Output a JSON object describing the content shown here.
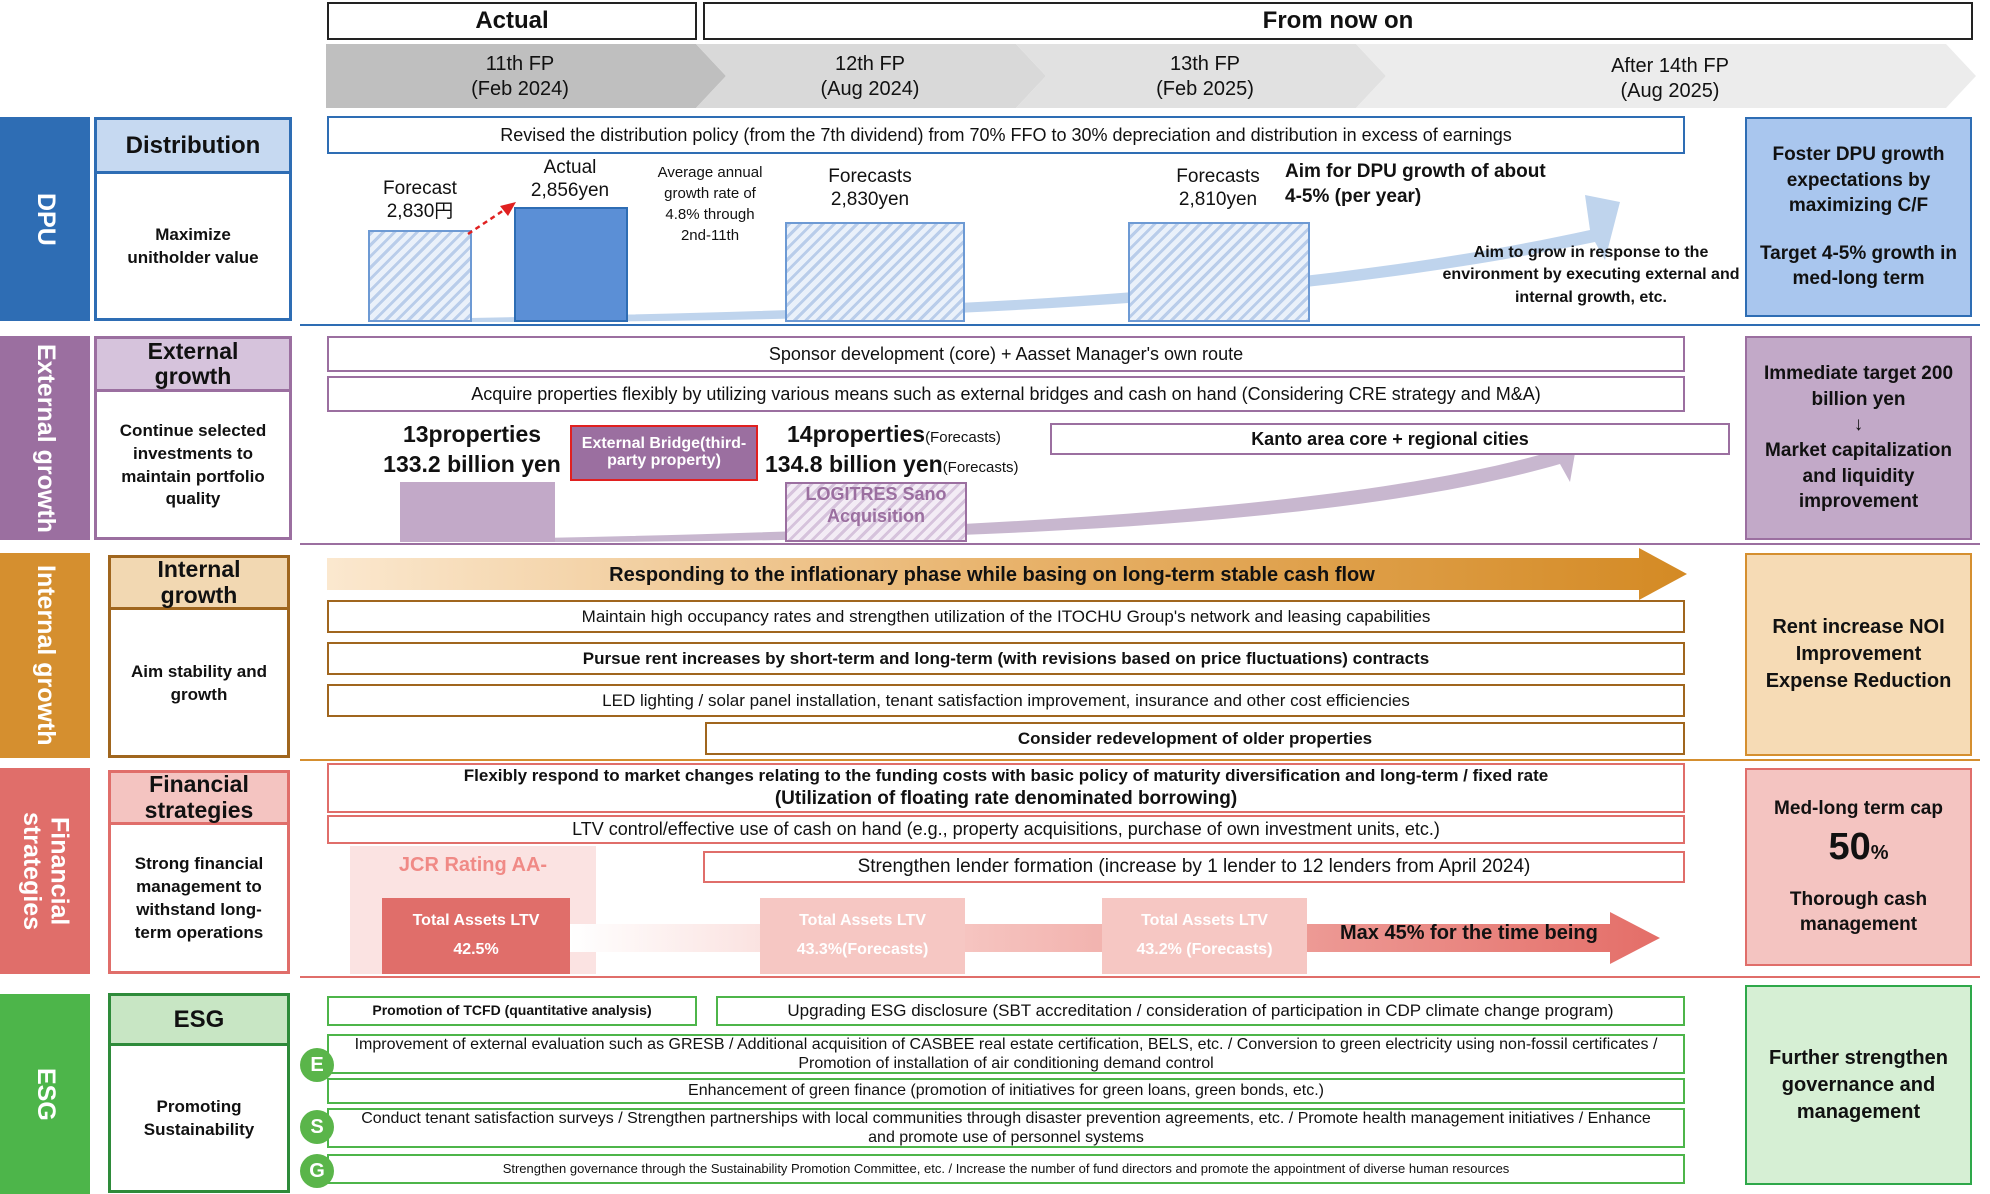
{
  "header": {
    "actual": "Actual",
    "from_now_on": "From now on",
    "periods": [
      {
        "fp": "11th FP",
        "date": "(Feb 2024)"
      },
      {
        "fp": "12th FP",
        "date": "(Aug 2024)"
      },
      {
        "fp": "13th FP",
        "date": "(Feb 2025)"
      },
      {
        "fp": "After 14th FP",
        "date": "(Aug 2025)"
      }
    ]
  },
  "colors": {
    "dpu": "#2e6db4",
    "external": "#9b6fa0",
    "internal": "#d58f2f",
    "financial": "#e06e6a",
    "esg": "#4db54a"
  },
  "dpu": {
    "side": "DPU",
    "title": "Distribution",
    "subtitle": "Maximize unitholder value",
    "policy": "Revised the distribution policy (from the 7th dividend) from 70% FFO to 30% depreciation and distribution in excess of earnings",
    "forecast_label": "Forecast",
    "forecast_value": "2,830円",
    "actual_label": "Actual",
    "actual_value": "2,856yen",
    "growth_rate_note": "Average annual growth rate of 4.8% through 2nd-11th",
    "fc12_label": "Forecasts",
    "fc12_value": "2,830yen",
    "fc13_label": "Forecasts",
    "fc13_value": "2,810yen",
    "aim_growth": "Aim for DPU growth of about 4-5% (per year)",
    "aim_env": "Aim to grow in response to the environment by executing external and internal growth, etc.",
    "target_1": "Foster DPU growth expectations by maximizing C/F",
    "target_2": "Target 4-5% growth in med-long term"
  },
  "external": {
    "side": "External growth",
    "title": "External growth",
    "subtitle": "Continue selected investments to maintain portfolio quality",
    "row1": "Sponsor development (core) + Aasset Manager's own route",
    "row2": "Acquire properties flexibly by utilizing various means such as external bridges and cash on hand (Considering CRE strategy and M&A)",
    "current_props": "13properties",
    "current_value": "133.2 billion yen",
    "bridge": "External Bridge(third-party property)",
    "future_props": "14properties",
    "future_value": "134.8 billion yen",
    "forecasts_tag": "(Forecasts)",
    "logitres": "LOGITRES Sano Acquisition",
    "kanto": "Kanto area core + regional cities",
    "target_1": "Immediate target 200 billion yen",
    "arrow": "↓",
    "target_2": "Market capitalization and liquidity improvement"
  },
  "internal": {
    "side": "Internal growth",
    "title": "Internal growth",
    "subtitle": "Aim stability and growth",
    "arrow_text": "Responding to the inflationary phase while basing on long-term stable cash flow",
    "row1": "Maintain high occupancy rates and strengthen utilization of the ITOCHU Group's network and leasing capabilities",
    "row2": "Pursue rent increases by short-term and long-term (with revisions based on price fluctuations) contracts",
    "row3": "LED lighting / solar panel installation, tenant satisfaction improvement, insurance and other cost efficiencies",
    "row4": "Consider redevelopment of older properties",
    "target": "Rent increase NOI Improvement Expense Reduction"
  },
  "financial": {
    "side": "Financial strategies",
    "title": "Financial strategies",
    "subtitle": "Strong financial management to withstand long-term operations",
    "row1a": "Flexibly respond to market changes relating to the funding costs with basic policy of maturity diversification and long-term / fixed rate",
    "row1b": "(Utilization of floating rate denominated borrowing)",
    "row2": "LTV control/effective use of cash on hand (e.g., property acquisitions, purchase of own investment units, etc.)",
    "row3": "Strengthen lender formation (increase by 1 lender to 12 lenders from April 2024)",
    "rating": "JCR Rating AA-",
    "ltv_label": "Total Assets LTV",
    "ltv_11": "42.5%",
    "ltv_12": "43.3%(Forecasts)",
    "ltv_13": "43.2% (Forecasts)",
    "max_note": "Max 45% for the time being",
    "target_1": "Med-long term cap",
    "target_big": "50",
    "target_pct": "%",
    "target_2": "Thorough cash management"
  },
  "esg": {
    "side": "ESG",
    "title": "ESG",
    "subtitle": "Promoting Sustainability",
    "tcfd": "Promotion of TCFD (quantitative analysis)",
    "disclosure": "Upgrading ESG disclosure (SBT accreditation / consideration of participation in CDP climate change program)",
    "e1": "Improvement of external evaluation such as GRESB / Additional acquisition of CASBEE real estate certification, BELS, etc. / Conversion to green electricity using non-fossil certificates / Promotion of installation of air conditioning demand control",
    "e2": "Enhancement of green finance (promotion of initiatives for green loans, green bonds, etc.)",
    "s1": "Conduct tenant satisfaction surveys / Strengthen partnerships with local communities through disaster prevention agreements, etc. / Promote health management initiatives / Enhance and promote use of personnel systems",
    "g1": "Strengthen governance through the Sustainability Promotion Committee, etc. / Increase the number of fund directors and promote the appointment of diverse human resources",
    "letter_e": "E",
    "letter_s": "S",
    "letter_g": "G",
    "target": "Further strengthen governance and management"
  }
}
